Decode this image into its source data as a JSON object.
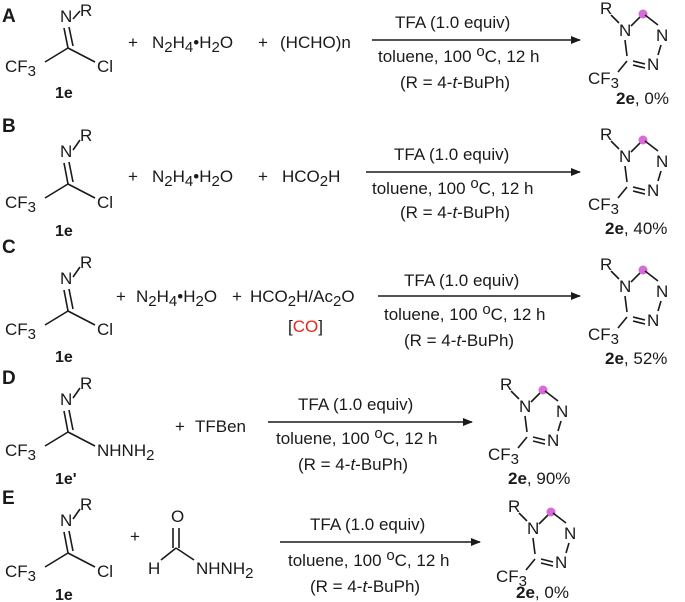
{
  "schemes": [
    {
      "label": "A",
      "substrate": {
        "n_sub": "R",
        "cf3": "CF3",
        "right_group": "Cl",
        "name": "1e"
      },
      "reagent1": {
        "text": "N2H4•H2O"
      },
      "reagent2": {
        "text": "(HCHO)n"
      },
      "conditions": {
        "line1": "TFA (1.0 equiv)",
        "line2": "toluene, 100 ºC, 12 h",
        "line3": "(R = 4-t-BuPh)"
      },
      "product": {
        "name": "2e",
        "yield": "0%"
      }
    },
    {
      "label": "B",
      "substrate": {
        "n_sub": "R",
        "cf3": "CF3",
        "right_group": "Cl",
        "name": "1e"
      },
      "reagent1": {
        "text": "N2H4•H2O"
      },
      "reagent2": {
        "text": "HCO2H"
      },
      "conditions": {
        "line1": "TFA (1.0 equiv)",
        "line2": "toluene, 100 ºC, 12 h",
        "line3": "(R = 4-t-BuPh)"
      },
      "product": {
        "name": "2e",
        "yield": "40%"
      }
    },
    {
      "label": "C",
      "substrate": {
        "n_sub": "R",
        "cf3": "CF3",
        "right_group": "Cl",
        "name": "1e"
      },
      "reagent1": {
        "text": "N2H4•H2O"
      },
      "reagent2": {
        "text": "HCO2H/Ac2O",
        "note": "CO"
      },
      "conditions": {
        "line1": "TFA (1.0 equiv)",
        "line2": "toluene, 100 ºC, 12 h",
        "line3": "(R = 4-t-BuPh)"
      },
      "product": {
        "name": "2e",
        "yield": "52%"
      }
    },
    {
      "label": "D",
      "substrate": {
        "n_sub": "R",
        "cf3": "CF3",
        "right_group": "NHNH2",
        "name": "1e'"
      },
      "reagent1": {
        "text": "TFBen"
      },
      "conditions": {
        "line1": "TFA (1.0 equiv)",
        "line2": "toluene, 100 ºC, 12 h",
        "line3": "(R = 4-t-BuPh)"
      },
      "product": {
        "name": "2e",
        "yield": "90%"
      }
    },
    {
      "label": "E",
      "substrate": {
        "n_sub": "R",
        "cf3": "CF3",
        "right_group": "Cl",
        "name": "1e"
      },
      "reagent1": {
        "text": "HC(O)NHNH2",
        "o": "O",
        "h": "H",
        "nh": "NHNH2"
      },
      "conditions": {
        "line1": "TFA (1.0 equiv)",
        "line2": "toluene, 100 ºC, 12 h",
        "line3": "(R = 4-t-BuPh)"
      },
      "product": {
        "name": "2e",
        "yield": "0%"
      }
    }
  ],
  "common": {
    "plus": "+",
    "n_atom": "N",
    "product_r": "R",
    "product_cf3": "CF3"
  },
  "colors": {
    "highlight_dot": "#d96ad8",
    "co_text": "#e8261f",
    "ink": "#1a1a1a"
  }
}
